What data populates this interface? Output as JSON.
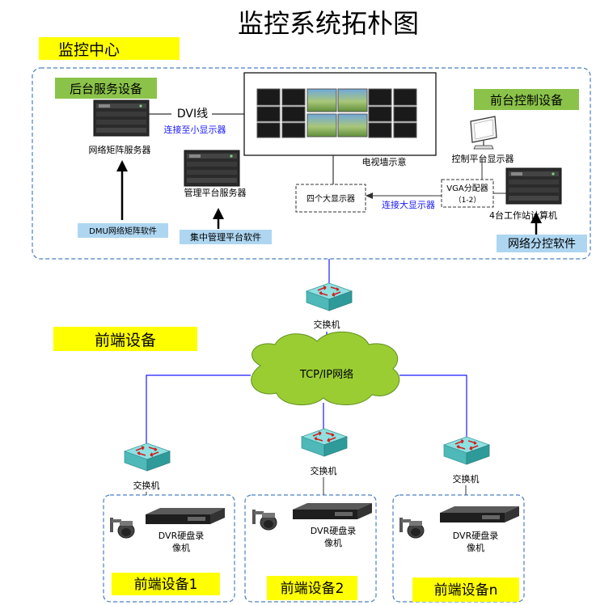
{
  "title": "监控系统拓朴图",
  "sections": {
    "monitoring_center": "监控中心",
    "frontend_equipment": "前端设备"
  },
  "monitoring_center": {
    "backend_group_label": "后台服务设备",
    "frontend_control_label": "前台控制设备",
    "matrix_server_label": "网络矩阵服务器",
    "mgmt_server_label": "管理平台服务器",
    "dmu_software_label": "DMU网络矩阵软件",
    "central_mgmt_software_label": "集中管理平台软件",
    "dvi_label": "DVI线",
    "connect_small_label": "连接至小显示器",
    "tv_wall_label": "电视墙示意",
    "big_displays_label": "四个大显示器",
    "connect_big_label": "连接大显示器",
    "vga_splitter_label": "VGA分配器",
    "vga_splitter_ratio": "（1-2）",
    "control_monitor_label": "控制平台显示器",
    "workstation_label": "4台工作站计算机",
    "network_control_software_label": "网络分控软件"
  },
  "network": {
    "main_switch_label": "交换机",
    "cloud_label": "TCP/IP网络"
  },
  "front_sites": [
    {
      "switch_label": "交换机",
      "dvr_label_1": "DVR硬盘录",
      "dvr_label_2": "像机",
      "site_label": "前端设备1"
    },
    {
      "switch_label": "交换机",
      "dvr_label_1": "DVR硬盘录",
      "dvr_label_2": "像机",
      "site_label": "前端设备2"
    },
    {
      "switch_label": "交换机",
      "dvr_label_1": "DVR硬盘录",
      "dvr_label_2": "像机",
      "site_label": "前端设备n"
    }
  ],
  "colors": {
    "yellow_label": "#ffff00",
    "green_label": "#8bc34a",
    "blue_label": "#aed6f1",
    "cloud": "#9acd32",
    "link_blue": "#1a1aff",
    "dashed_border": "#4a7fc1",
    "switch_top": "#7fd6d6",
    "switch_side": "#3aa6a6"
  }
}
